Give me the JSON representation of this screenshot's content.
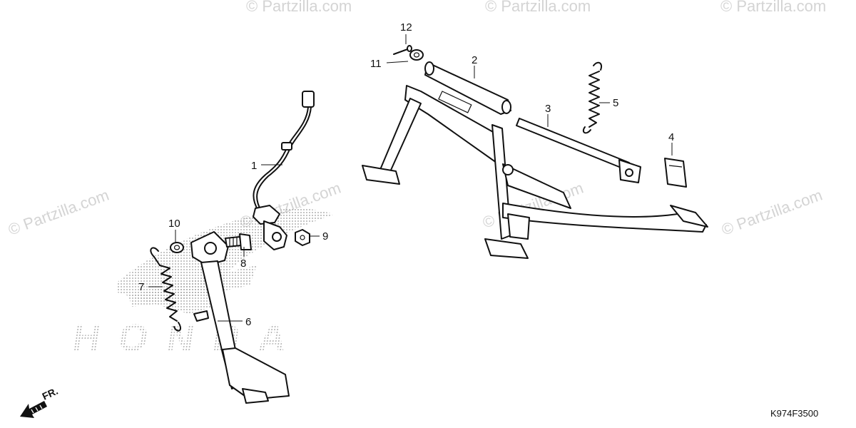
{
  "callouts": [
    {
      "id": "1",
      "text": "1"
    },
    {
      "id": "2",
      "text": "2"
    },
    {
      "id": "3",
      "text": "3"
    },
    {
      "id": "4",
      "text": "4"
    },
    {
      "id": "5",
      "text": "5"
    },
    {
      "id": "6",
      "text": "6"
    },
    {
      "id": "7",
      "text": "7"
    },
    {
      "id": "8",
      "text": "8"
    },
    {
      "id": "9",
      "text": "9"
    },
    {
      "id": "10",
      "text": "10"
    },
    {
      "id": "11",
      "text": "11"
    },
    {
      "id": "12",
      "text": "12"
    }
  ],
  "watermark": {
    "text": "© Partzilla.com"
  },
  "brand_logo": {
    "text": "HONDA"
  },
  "direction": {
    "label": "FR."
  },
  "diagram_code": "K974F3500",
  "colors": {
    "ink": "#111111",
    "watermark": "#d4d4d4",
    "logo_dots": "#9a9a9a",
    "background": "#ffffff"
  }
}
